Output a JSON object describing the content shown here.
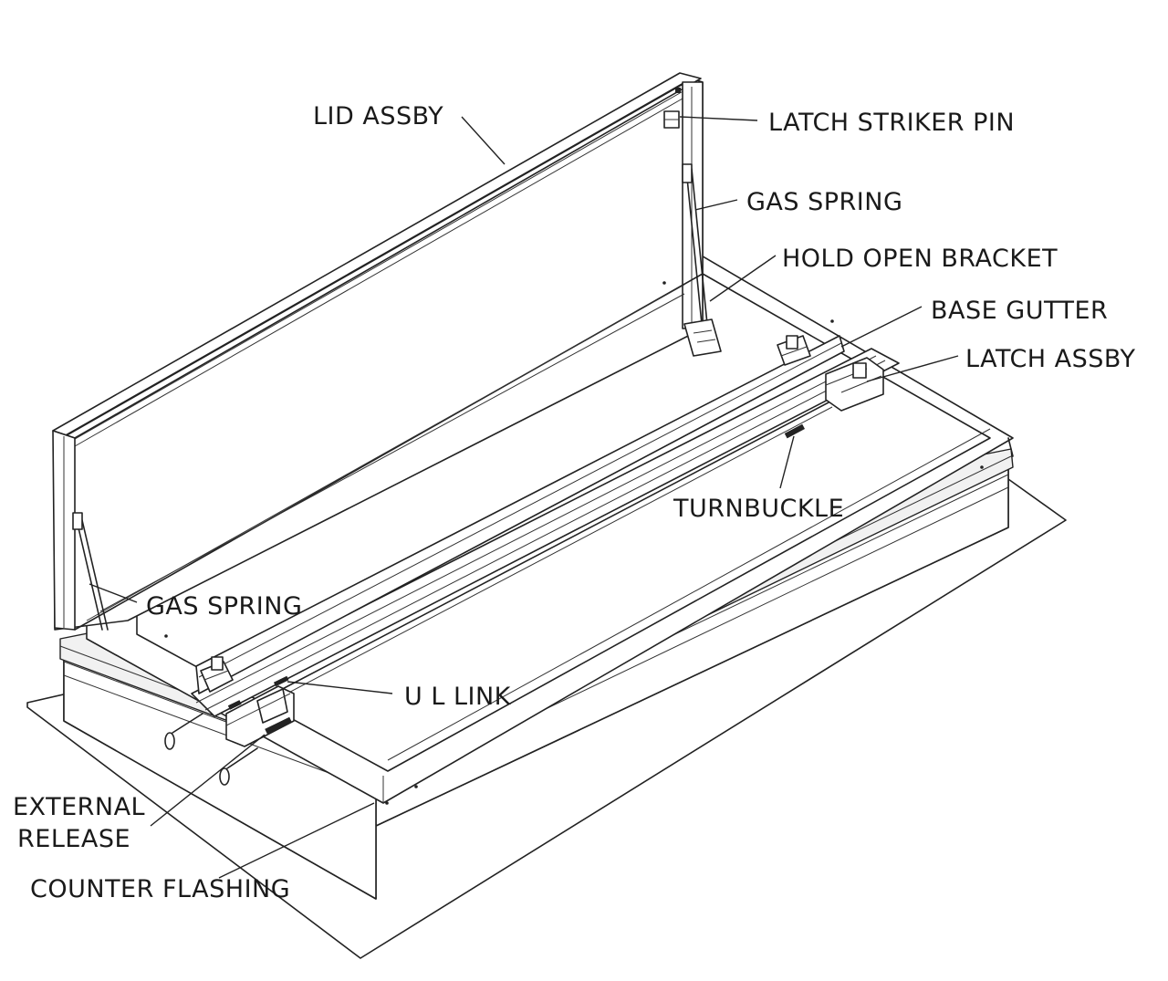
{
  "labels": {
    "lid_assby": "LID ASSBY",
    "latch_striker_pin": "LATCH STRIKER PIN",
    "gas_spring_top": "GAS SPRING",
    "hold_open_bracket": "HOLD OPEN BRACKET",
    "base_gutter": "BASE GUTTER",
    "latch_assby": "LATCH ASSBY",
    "turnbuckle": "TURNBUCKLE",
    "gas_spring_left": "GAS SPRING",
    "ul_link": "U L LINK",
    "external_release_line1": "EXTERNAL",
    "external_release_line2": "RELEASE",
    "counter_flashing": "COUNTER FLASHING"
  }
}
